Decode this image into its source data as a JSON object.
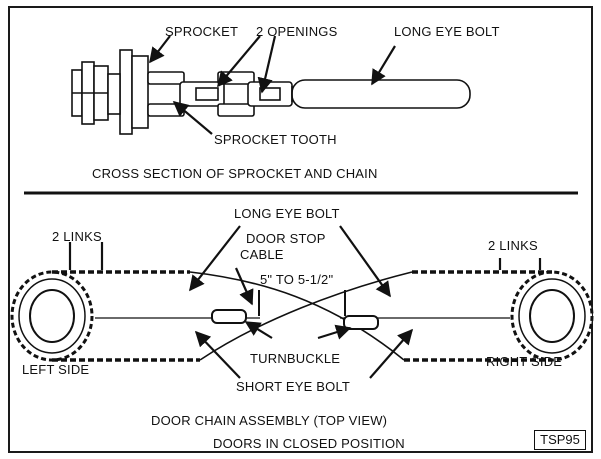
{
  "top_section": {
    "label_sprocket": "SPROCKET",
    "label_openings": "2 OPENINGS",
    "label_long_eye_bolt": "LONG EYE BOLT",
    "label_sprocket_tooth": "SPROCKET TOOTH",
    "caption": "CROSS SECTION OF SPROCKET AND CHAIN"
  },
  "bottom_section": {
    "label_long_eye_bolt": "LONG EYE BOLT",
    "label_two_links_left": "2 LINKS",
    "label_two_links_right": "2 LINKS",
    "label_door_stop": "DOOR STOP",
    "label_cable": "CABLE",
    "label_gap": "5\" TO 5-1/2\"",
    "label_left_side": "LEFT SIDE",
    "label_right_side": "RIGHT SIDE",
    "label_turnbuckle": "TURNBUCKLE",
    "label_short_eye_bolt": "SHORT EYE BOLT",
    "caption_line1": "DOOR CHAIN ASSEMBLY (TOP VIEW)",
    "caption_line2": "DOORS IN CLOSED POSITION"
  },
  "figure_tag": "TSP95"
}
